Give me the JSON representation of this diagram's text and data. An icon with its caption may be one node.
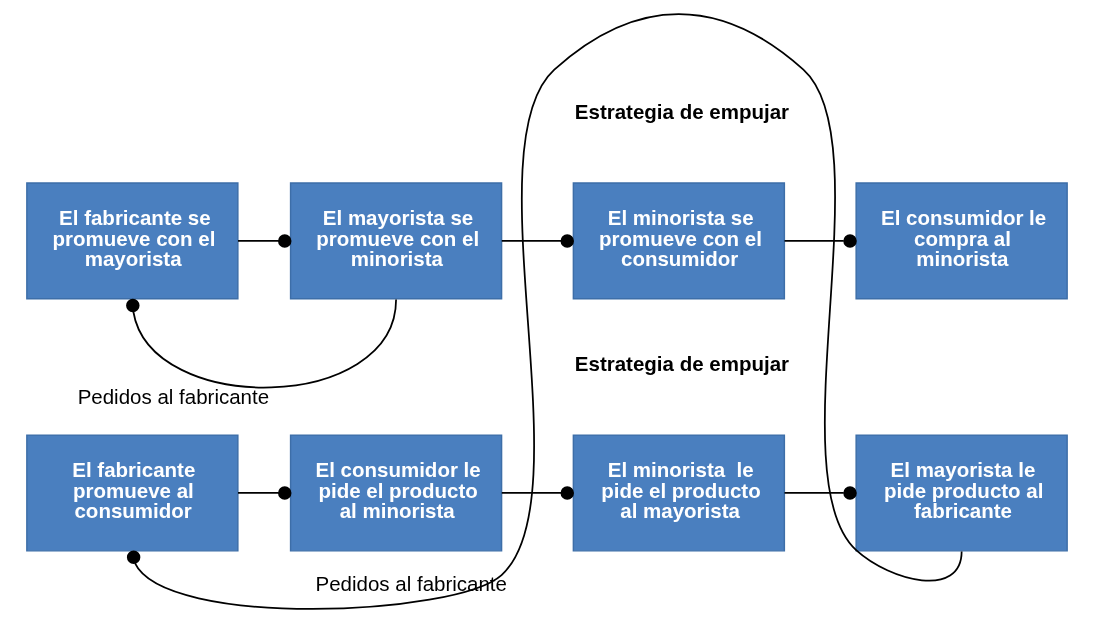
{
  "diagram": {
    "nodes": [
      {
        "text": [
          "El fabricante se promueve con el mayorista"
        ]
      },
      {
        "text": [
          "El mayorista se promueve con el minorista"
        ]
      },
      {
        "text": [
          "El minorista se promueve con el consumidor"
        ]
      },
      {
        "text": [
          "El consumidor le compra al minorista"
        ]
      },
      {
        "text": [
          "El fabricante promueve al consumidor"
        ]
      },
      {
        "text": [
          "El consumidor le pide el producto al minorista"
        ]
      },
      {
        "text": [
          "El minorista  le pide el producto al mayorista"
        ]
      },
      {
        "text": [
          "El mayorista le pide producto al fabricante"
        ]
      }
    ],
    "edges": [
      {
        "from": 0,
        "to": 1,
        "arrow": "other"
      },
      {
        "from": 1,
        "to": 2,
        "arrow": "other"
      },
      {
        "from": 2,
        "to": 3,
        "arrow": "other"
      },
      {
        "from": 1,
        "to": 0,
        "arrow": "other",
        "label": "Pedidos al fabricante"
      },
      {
        "from": 4,
        "to": 5,
        "arrow": "other"
      },
      {
        "from": 5,
        "to": 6,
        "arrow": "other"
      },
      {
        "from": 6,
        "to": 7,
        "arrow": "other"
      },
      {
        "from": 7,
        "to": 4,
        "arrow": "other",
        "label": "Pedidos al fabricante"
      }
    ],
    "labels": [
      "Estrategia de empujar",
      "Estrategia de empujar"
    ]
  }
}
